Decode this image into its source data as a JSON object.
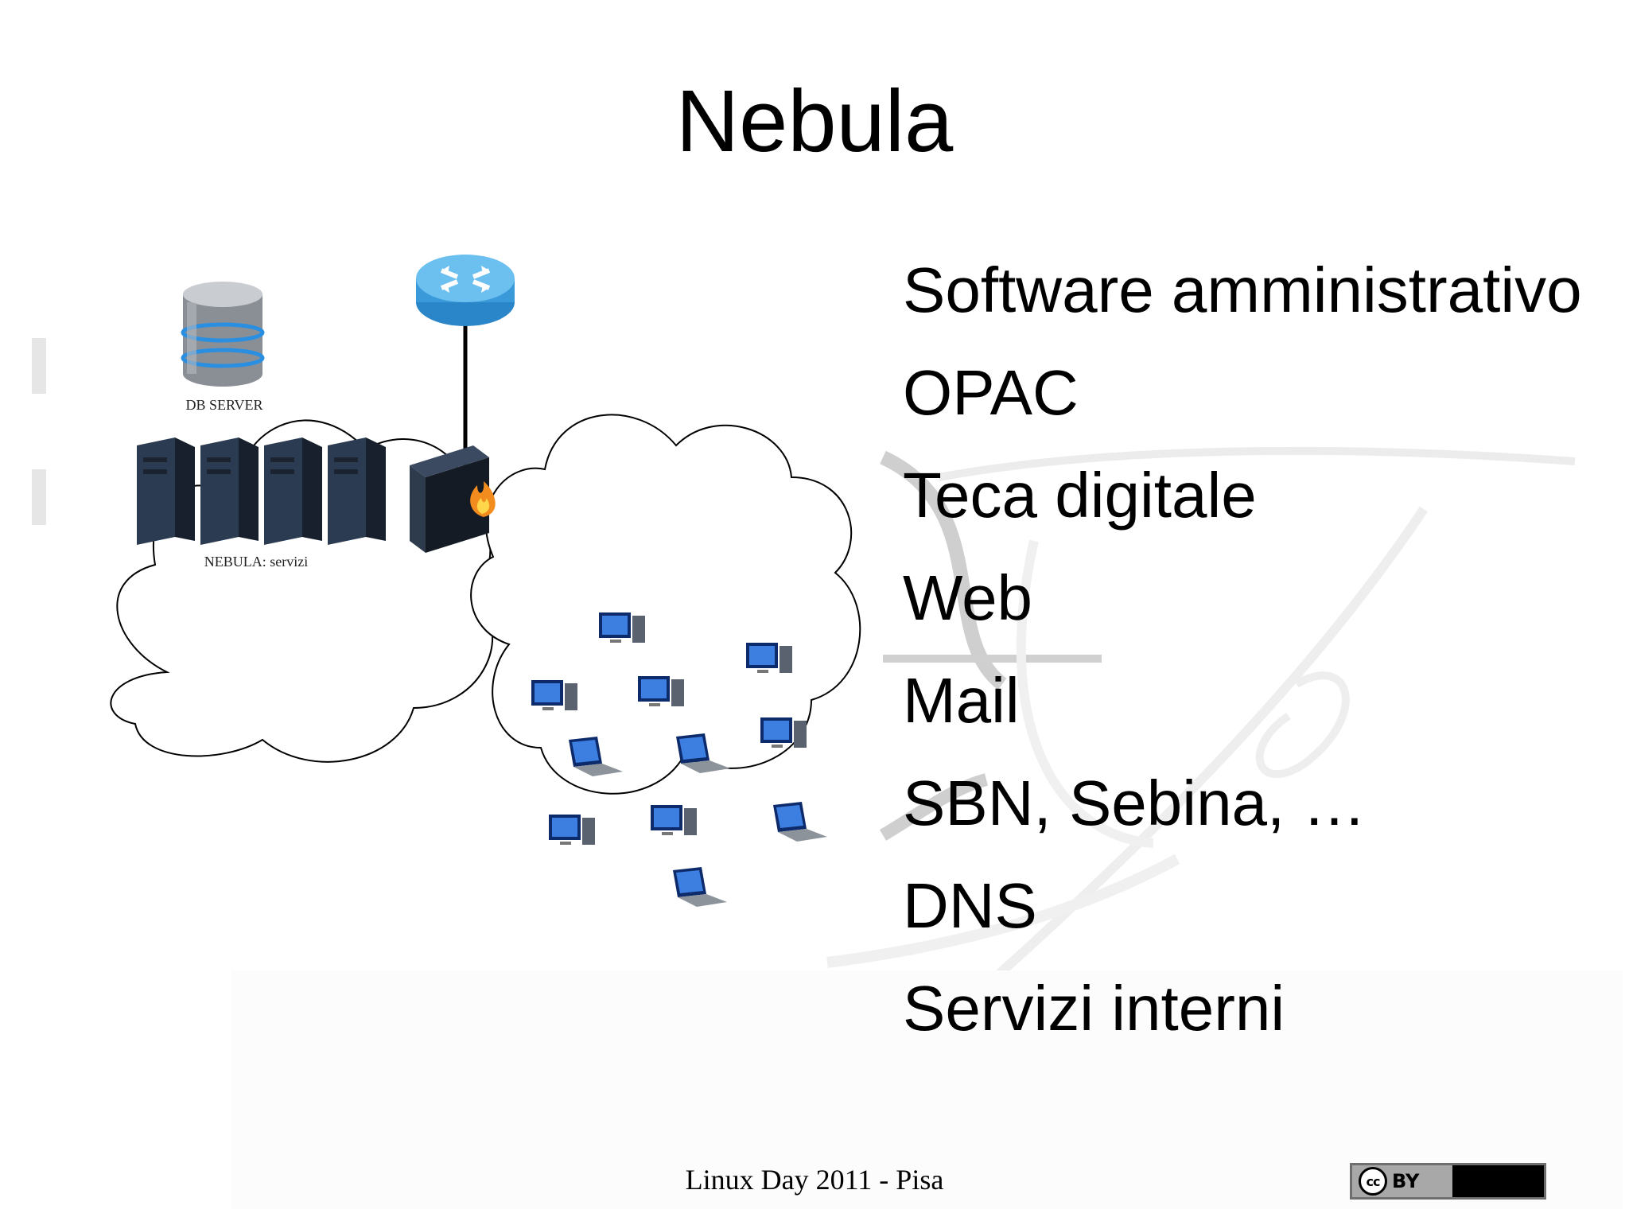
{
  "slide": {
    "title": "Nebula",
    "bullets": [
      "Software amministrativo",
      "OPAC",
      "Teca digitale",
      "Web",
      "Mail",
      "SBN, Sebina, …",
      "DNS",
      "Servizi interni"
    ],
    "footer": "Linux Day 2011 - Pisa"
  },
  "diagram": {
    "db_label": "DB SERVER",
    "servers_label": "NEBULA: servizi",
    "icons": [
      "router-icon",
      "firewall-icon",
      "database-icon",
      "server-tower-icon",
      "desktop-computer-icon",
      "laptop-icon"
    ]
  },
  "license": {
    "cc_label": "cc",
    "by_label": "BY"
  },
  "colors": {
    "router_blue": "#3a9ad9",
    "firewall_dark": "#1e2733",
    "cloud_stroke": "#000000",
    "watermark_gray": "#d8d8d8"
  }
}
